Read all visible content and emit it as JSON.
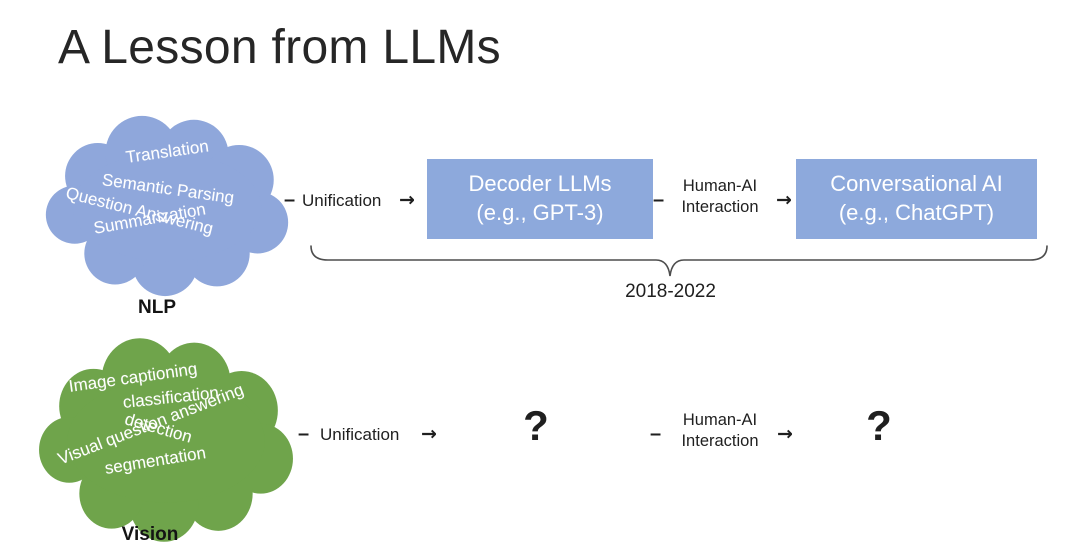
{
  "title": "A Lesson from LLMs",
  "colors": {
    "cloud_blue": "#8FA7DB",
    "cloud_green": "#6FA44B",
    "box_blue": "#8DA9DC",
    "text_dark": "#1f1f1f",
    "cloud_text": "#ffffff"
  },
  "nlp_row": {
    "cloud": {
      "items": [
        "Translation",
        "Semantic Parsing",
        "Question Answering",
        "Summarization"
      ],
      "label": "NLP"
    },
    "unification": {
      "dash": "–",
      "label": "Unification",
      "arrow": "→"
    },
    "decoder_box": {
      "line1": "Decoder LLMs",
      "line2": "(e.g., GPT-3)"
    },
    "human_ai": {
      "dash": "–",
      "line1": "Human-AI",
      "line2": "Interaction",
      "arrow": "→"
    },
    "conversational_box": {
      "line1": "Conversational AI",
      "line2": "(e.g., ChatGPT)"
    },
    "timespan": "2018-2022"
  },
  "vision_row": {
    "cloud": {
      "items": [
        "Image captioning",
        "classification",
        "detection",
        "Visual question answering",
        "segmentation"
      ],
      "label": "Vision"
    },
    "unification": {
      "dash": "–",
      "label": "Unification",
      "arrow": "→"
    },
    "unknown1": "?",
    "human_ai": {
      "dash": "–",
      "line1": "Human-AI",
      "line2": "Interaction",
      "arrow": "→"
    },
    "unknown2": "?"
  }
}
